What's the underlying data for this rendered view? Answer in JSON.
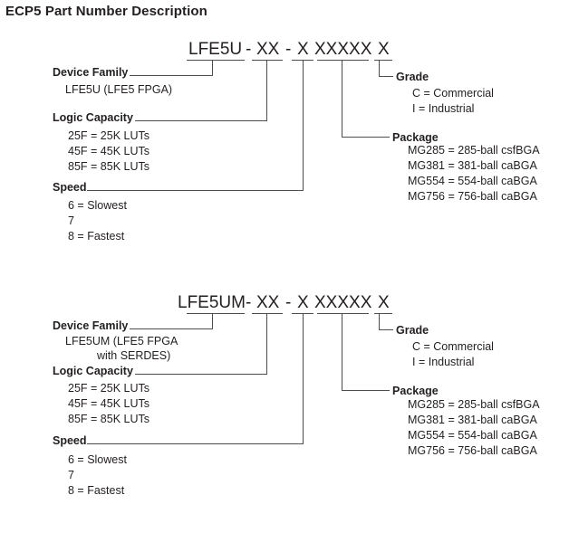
{
  "title": "ECP5 Part Number Description",
  "colors": {
    "text": "#231f20",
    "line": "#4d4e50",
    "background": "#ffffff"
  },
  "diagrams": [
    {
      "part_number": "LFE5U - XX - X XXXXX X",
      "part_groups": [
        "LFE5U",
        "-",
        "XX",
        "-",
        "X",
        "XXXXX",
        "X"
      ],
      "device_family": {
        "label": "Device Family",
        "desc_lines": [
          "LFE5U (LFE5 FPGA)"
        ]
      },
      "logic_capacity": {
        "label": "Logic Capacity",
        "items": [
          "25F = 25K LUTs",
          "45F = 45K LUTs",
          "85F = 85K LUTs"
        ]
      },
      "speed": {
        "label": "Speed",
        "items": [
          "6 = Slowest",
          "7",
          "8 = Fastest"
        ]
      },
      "grade": {
        "label": "Grade",
        "items": [
          "C = Commercial",
          "I = Industrial"
        ]
      },
      "package": {
        "label": "Package",
        "items": [
          "MG285 = 285-ball csfBGA",
          "MG381 = 381-ball caBGA",
          "MG554 = 554-ball caBGA",
          "MG756 = 756-ball caBGA"
        ]
      }
    },
    {
      "part_number": "LFE5UM - XX - X XXXXX X",
      "part_groups": [
        "LFE5UM",
        "-",
        "XX",
        "-",
        "X",
        "XXXXX",
        "X"
      ],
      "device_family": {
        "label": "Device Family",
        "desc_lines": [
          "LFE5UM (LFE5 FPGA",
          "with SERDES)"
        ]
      },
      "logic_capacity": {
        "label": "Logic Capacity",
        "items": [
          "25F = 25K LUTs",
          "45F = 45K LUTs",
          "85F = 85K LUTs"
        ]
      },
      "speed": {
        "label": "Speed",
        "items": [
          "6 = Slowest",
          "7",
          "8 = Fastest"
        ]
      },
      "grade": {
        "label": "Grade",
        "items": [
          "C = Commercial",
          "I = Industrial"
        ]
      },
      "package": {
        "label": "Package",
        "items": [
          "MG285 = 285-ball csfBGA",
          "MG381 = 381-ball caBGA",
          "MG554 = 554-ball caBGA",
          "MG756 = 756-ball caBGA"
        ]
      }
    }
  ]
}
